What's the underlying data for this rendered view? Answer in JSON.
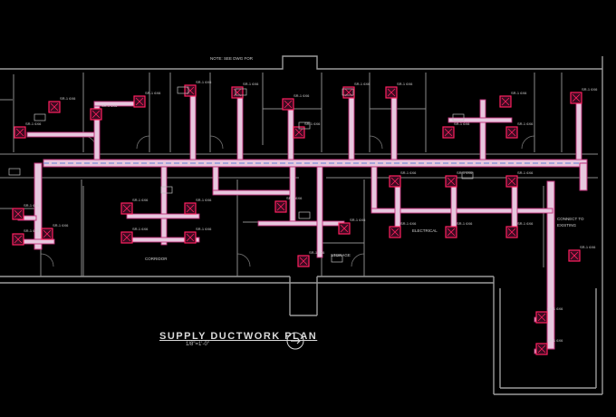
{
  "drawing": {
    "title": "SUPPLY DUCTWORK PLAN",
    "scale": "1/8\"=1'-0\""
  },
  "colors": {
    "background": "#000000",
    "wall": "#9a9a9a",
    "duct": "#e7c7de",
    "duct_outline": "#c0307a",
    "diffuser": "#ff2060",
    "main_duct": "#7c8fd8",
    "label": "#cfcfcf"
  },
  "labels": {
    "top_note": "NOTE: SEE DWG FOR",
    "room_east_label": "ELECTRICAL",
    "corridor_label": "CORRIDOR",
    "storage_label": "STORAGE",
    "right_note_1": "CONNECT TO",
    "right_note_2": "EXISTING"
  },
  "diffuser_tag": "SR-1 6X6",
  "icons": {
    "north_arrow": "north-arrow-icon"
  }
}
